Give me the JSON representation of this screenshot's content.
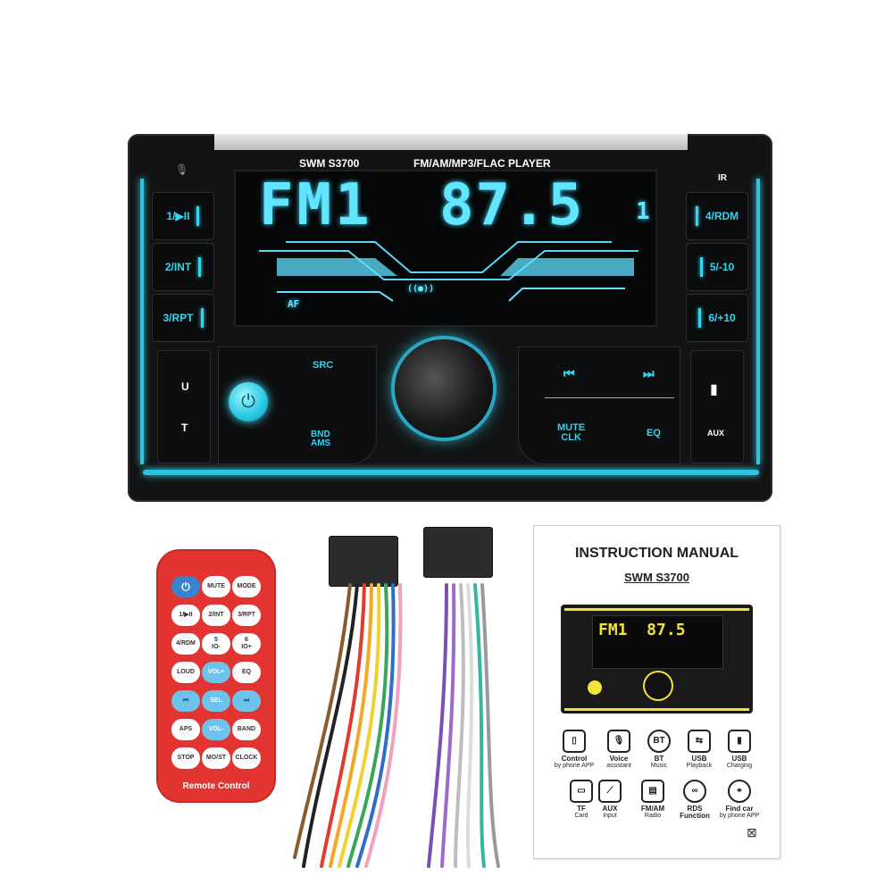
{
  "head_unit": {
    "model": "SWM S3700",
    "formats": "FM/AM/MP3/FLAC PLAYER",
    "ir_label": "IR",
    "left_buttons": [
      "1/▶II",
      "2/INT",
      "3/RPT"
    ],
    "right_buttons": [
      "4/RDM",
      "5/-10",
      "6/+10"
    ],
    "lcd_band": "FM1",
    "lcd_frequency": "87.5",
    "lcd_preset": "1",
    "lcd_af": "AF",
    "left_panel": {
      "src": "SRC",
      "band": "BND\nAMS",
      "u": "U",
      "t": "T"
    },
    "right_panel": {
      "prev": "⏮",
      "next": "⏭",
      "mute": "MUTE\nCLK",
      "eq": "EQ",
      "aux": "AUX"
    },
    "power_icon": "power-icon"
  },
  "remote": {
    "buttons": [
      [
        "",
        "MUTE",
        "MODE"
      ],
      [
        "1/▶II",
        "2/INT",
        "3/RPT"
      ],
      [
        "4/RDM",
        "5\nIO-",
        "6\nIO+"
      ],
      [
        "LOUD",
        "VOL+",
        "EQ"
      ],
      [
        "⏮",
        "SEL",
        "⏭"
      ],
      [
        "APS",
        "VOL-",
        "BAND"
      ],
      [
        "STOP",
        "MO/ST",
        "CLOCK"
      ]
    ],
    "label": "Remote Control"
  },
  "manual": {
    "title": "INSTRUCTION MANUAL",
    "model": "SWM S3700",
    "mini_lcd": "FM1  87.5",
    "features_row1": [
      {
        "icon": "phone-icon",
        "name": "Control",
        "sub": "by phone APP"
      },
      {
        "icon": "mic-icon",
        "name": "Voice",
        "sub": "assistant"
      },
      {
        "icon": "bt-icon",
        "name": "BT",
        "sub": "Music"
      },
      {
        "icon": "usb-icon",
        "name": "USB",
        "sub": "Playback"
      },
      {
        "icon": "battery-icon",
        "name": "USB",
        "sub": "Charging"
      }
    ],
    "features_row2": [
      {
        "icon": "tf-icon",
        "name": "TF",
        "sub": "Card"
      },
      {
        "icon": "aux-icon",
        "name": "AUX",
        "sub": "Input"
      },
      {
        "icon": "radio-icon",
        "name": "FM/AM",
        "sub": "Radio"
      },
      {
        "icon": "rds-icon",
        "name": "RDS Function",
        "sub": ""
      },
      {
        "icon": "location-icon",
        "name": "Find car",
        "sub": "by phone APP"
      }
    ]
  },
  "colors": {
    "accent": "#27c7e0",
    "remote": "#e23431",
    "manual_lcd": "#f2e23a"
  }
}
